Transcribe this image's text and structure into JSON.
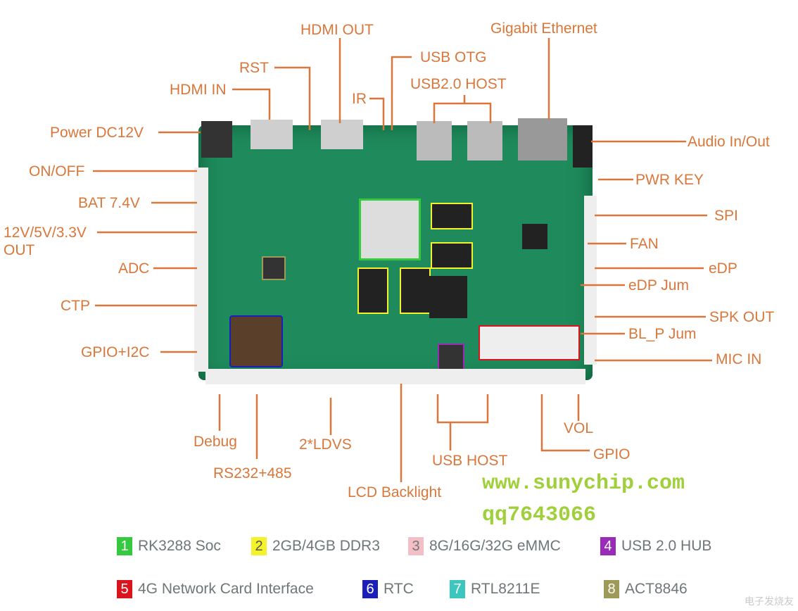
{
  "labels": {
    "hdmi_out": "HDMI OUT",
    "gigabit": "Gigabit Ethernet",
    "usb_otg": "USB OTG",
    "rst": "RST",
    "ir": "IR",
    "usb2_host": "USB2.0 HOST",
    "hdmi_in": "HDMI IN",
    "power": "Power DC12V",
    "audio": "Audio In/Out",
    "onoff": "ON/OFF",
    "bat": "BAT 7.4V",
    "pwrkey": "PWR KEY",
    "spi": "SPI",
    "out_v": "12V/5V/3.3V",
    "out": "OUT",
    "fan": "FAN",
    "adc": "ADC",
    "edp": "eDP",
    "edp_jum": "eDP Jum",
    "ctp": "CTP",
    "spk": "SPK OUT",
    "blp": "BL_P Jum",
    "gpio_i2c": "GPIO+I2C",
    "mic": "MIC IN",
    "debug": "Debug",
    "ldvs": "2*LDVS",
    "vol": "VOL",
    "gpio": "GPIO",
    "usb_host": "USB HOST",
    "rs232": "RS232+485",
    "lcd": "LCD Backlight"
  },
  "website": "www.sunychip.com",
  "qq": "qq7643066",
  "legend": [
    {
      "num": "1",
      "text": "RK3288 Soc",
      "color": "#35c940"
    },
    {
      "num": "2",
      "text": "2GB/4GB DDR3",
      "color": "#f4f22a"
    },
    {
      "num": "3",
      "text": "8G/16G/32G eMMC",
      "color": "#f2bfc6"
    },
    {
      "num": "4",
      "text": "USB 2.0 HUB",
      "color": "#9a2bb8"
    },
    {
      "num": "5",
      "text": "4G Network Card Interface",
      "color": "#d9141c"
    },
    {
      "num": "6",
      "text": "RTC",
      "color": "#1b1fb8"
    },
    {
      "num": "7",
      "text": "RTL8211E",
      "color": "#3cc6bf"
    },
    {
      "num": "8",
      "text": "ACT8846",
      "color": "#9e9a5a"
    }
  ],
  "watermark": "电子发烧友"
}
